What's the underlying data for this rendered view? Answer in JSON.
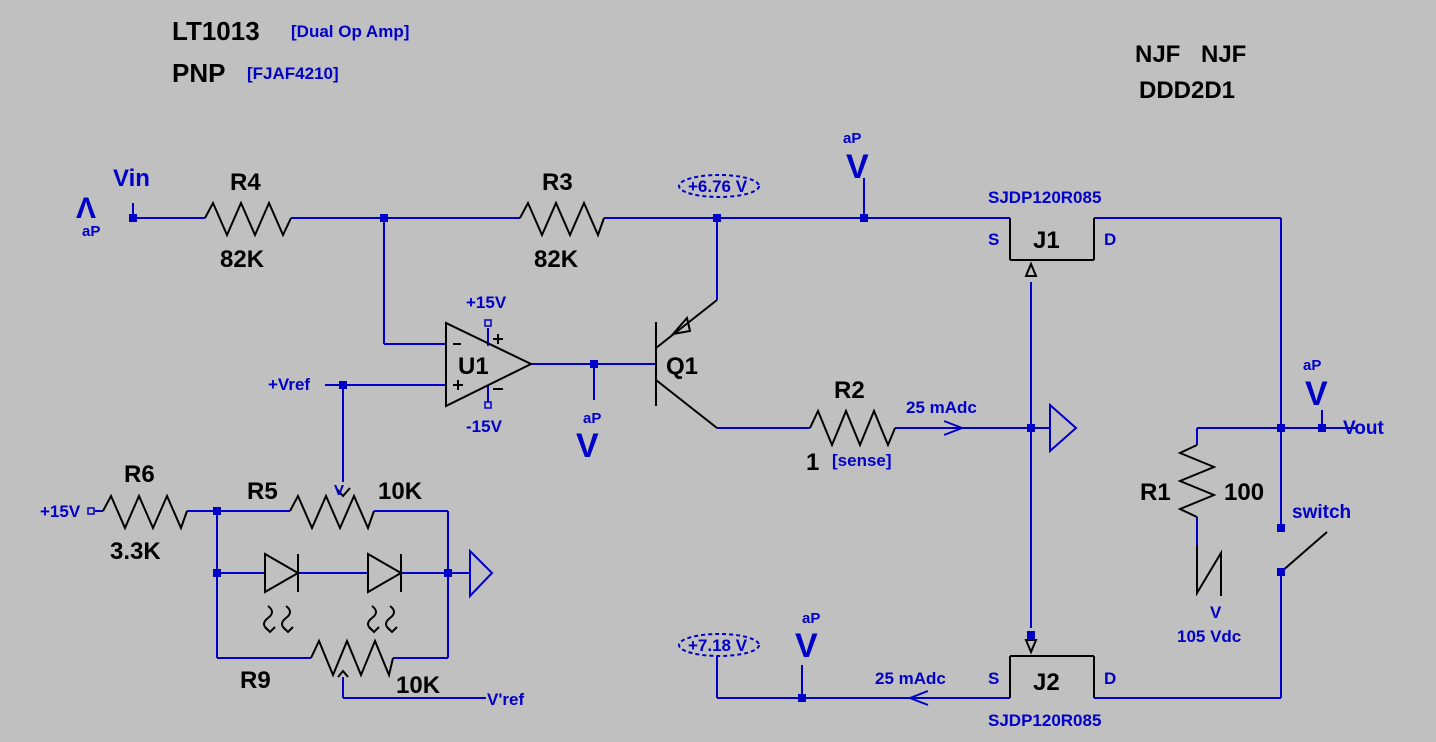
{
  "colors": {
    "background": "#c0c0c0",
    "wire": "#0000c8",
    "symbol": "#000000",
    "label": "#0000c8"
  },
  "header": {
    "opamp_model": "LT1013",
    "opamp_desc": "[Dual Op Amp]",
    "bjt_model": "PNP",
    "bjt_desc": "[FJAF4210]",
    "njf_1": "NJF",
    "njf_2": "NJF",
    "ddd": "DDD2D1"
  },
  "components": {
    "R4": {
      "name": "R4",
      "value": "82K"
    },
    "R3": {
      "name": "R3",
      "value": "82K"
    },
    "R2": {
      "name": "R2",
      "value": "1",
      "note": "[sense]"
    },
    "R5": {
      "name": "R5",
      "value": "10K"
    },
    "R6": {
      "name": "R6",
      "value": "3.3K"
    },
    "R9": {
      "name": "R9",
      "value": "10K"
    },
    "R1": {
      "name": "R1",
      "value": "100"
    },
    "U1": {
      "name": "U1",
      "vpos": "+15V",
      "vneg": "-15V"
    },
    "Q1": {
      "name": "Q1"
    },
    "J1": {
      "name": "J1",
      "model": "SJDP120R085",
      "s": "S",
      "d": "D"
    },
    "J2": {
      "name": "J2",
      "model": "SJDP120R085",
      "s": "S",
      "d": "D"
    },
    "switch": {
      "name": "switch"
    }
  },
  "nets": {
    "vin": "Vin",
    "vout": "Vout",
    "vref": "+Vref",
    "vref_prime": "V'ref",
    "p15": "+15V",
    "r5_wiper": "V"
  },
  "probes": {
    "ap": "aP",
    "v": "V",
    "caret": "Λ",
    "volt_top": "+6.76 V",
    "volt_bottom": "+7.18 V",
    "i_r2": "25 mAdc",
    "i_j2": "25 mAdc",
    "vdc_r1": "105 Vdc"
  }
}
